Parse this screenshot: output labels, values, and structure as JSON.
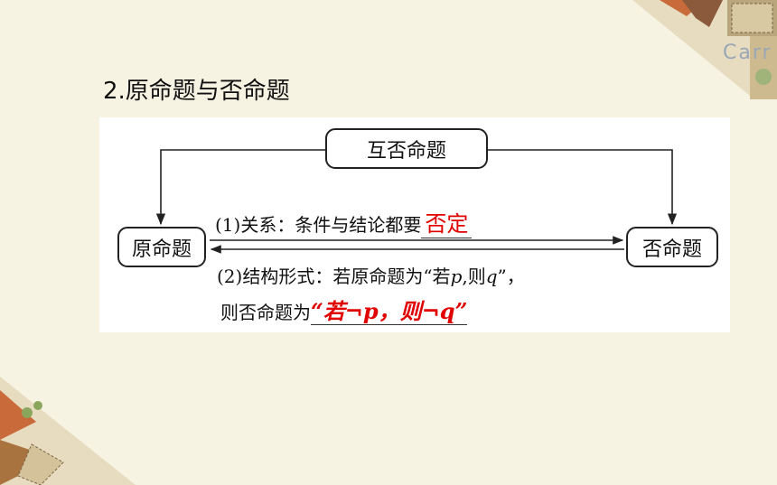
{
  "heading": "2.原命题与否命题",
  "decor_text": "Carr",
  "diagram": {
    "top_box": "互否命题",
    "left_box": "原命题",
    "right_box": "否命题",
    "relation_label": "(1)关系：条件与结论都要",
    "relation_answer": "否定",
    "structure_label_a": "(2)结构形式：若原命题为“若",
    "structure_p": "p",
    "structure_label_b": ",则",
    "structure_q": "q",
    "structure_label_c": "”，",
    "structure_line2": "则否命题为",
    "structure_answer": "“若¬p，则¬q”"
  },
  "colors": {
    "background": "#f7f3e3",
    "answer": "#e00000",
    "panel": "#ffffff"
  }
}
